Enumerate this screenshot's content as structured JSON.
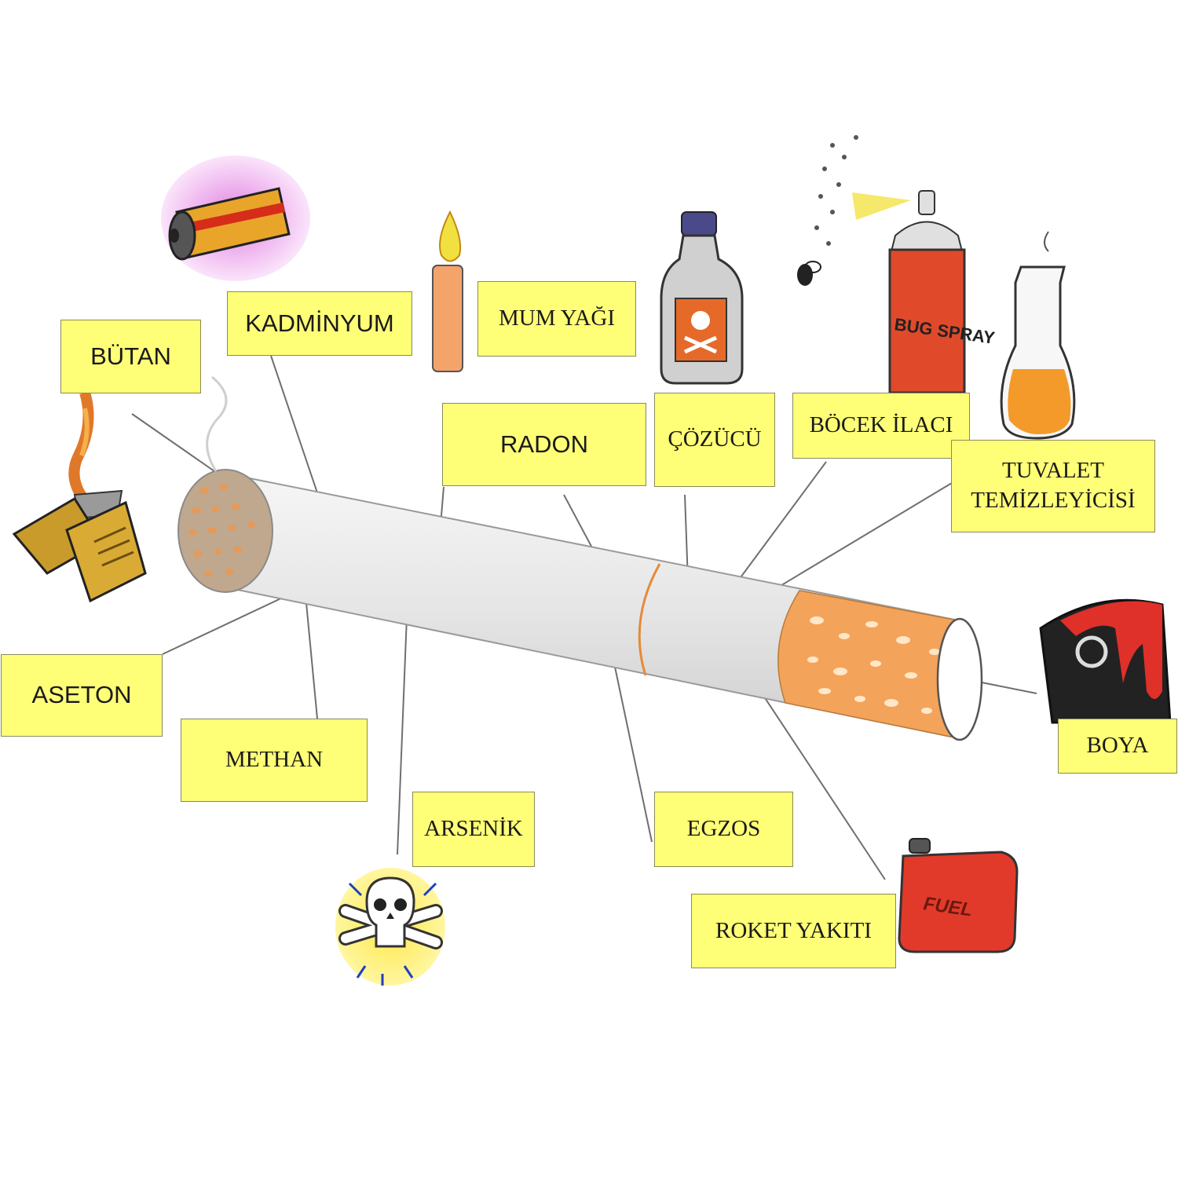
{
  "colors": {
    "label_fill": "#ffff77",
    "leader_line": "#6f6f6f",
    "cigarette_paper": "#e4e4e4",
    "filter": "#f4a35a",
    "tobacco": "#c7a07a"
  },
  "labels": {
    "butan": "BÜTAN",
    "kadminyum": "KADMİNYUM",
    "mum_yagi": "MUM YAĞI",
    "radon": "RADON",
    "cozucu": "ÇÖZÜCÜ",
    "bocek_ilaci": "BÖCEK İLACI",
    "tuvalet_line1": "TUVALET",
    "tuvalet_line2": "TEMİZLEYİCİSİ",
    "aseton": "ASETON",
    "methan": "METHAN",
    "arsenik": "ARSENİK",
    "egzos": "EGZOS",
    "roket_yakiti": "ROKET YAKITI",
    "boya": "BOYA"
  },
  "icon_texts": {
    "spray_can": "BUG SPRAY",
    "fuel_can": "FUEL"
  },
  "icons": [
    "lighter-icon",
    "battery-icon",
    "candle-icon",
    "poison-bottle-icon",
    "bug-spray-icon",
    "fly-icon",
    "flask-icon",
    "paint-can-icon",
    "fuel-can-icon",
    "skull-crossbones-icon"
  ]
}
